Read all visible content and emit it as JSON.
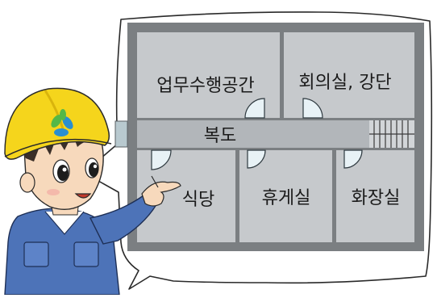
{
  "floorplan": {
    "rooms": [
      {
        "id": "work-space",
        "label": "업무수행공간"
      },
      {
        "id": "meeting-room",
        "label": "회의실, 강단"
      },
      {
        "id": "corridor",
        "label": "복도"
      },
      {
        "id": "cafeteria",
        "label": "식당"
      },
      {
        "id": "lounge",
        "label": "휴게실"
      },
      {
        "id": "restroom",
        "label": "화장실"
      }
    ]
  },
  "colors": {
    "wall": "#7b7f82",
    "floor": "#c6c9cc",
    "corridor": "#b2b6ba",
    "door": "#e8f2f6",
    "helmet": "#f5d51c",
    "uniform": "#4d73b8",
    "skin": "#f7d9bc",
    "hair": "#3a2e27",
    "logo_green": "#55b847",
    "logo_blue": "#2a8fd0"
  },
  "icons": {
    "character": "worker-with-helmet-icon",
    "stairs": "stairs-icon"
  }
}
